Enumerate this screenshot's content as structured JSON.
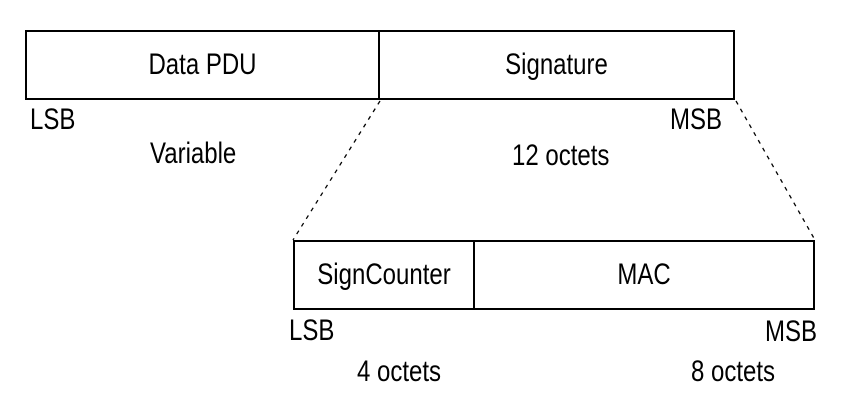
{
  "diagram": {
    "colors": {
      "background": "#ffffff",
      "line": "#000000",
      "text": "#000000"
    },
    "pdu_row": {
      "fields": [
        {
          "label": "Data PDU",
          "size_label": "Variable"
        },
        {
          "label": "Signature",
          "size_label": "12 octets"
        }
      ],
      "lsb_label": "LSB",
      "msb_label": "MSB"
    },
    "signature_expansion_row": {
      "fields": [
        {
          "label": "SignCounter",
          "size_label": "4 octets"
        },
        {
          "label": "MAC",
          "size_label": "8 octets"
        }
      ],
      "lsb_label": "LSB",
      "msb_label": "MSB"
    }
  }
}
